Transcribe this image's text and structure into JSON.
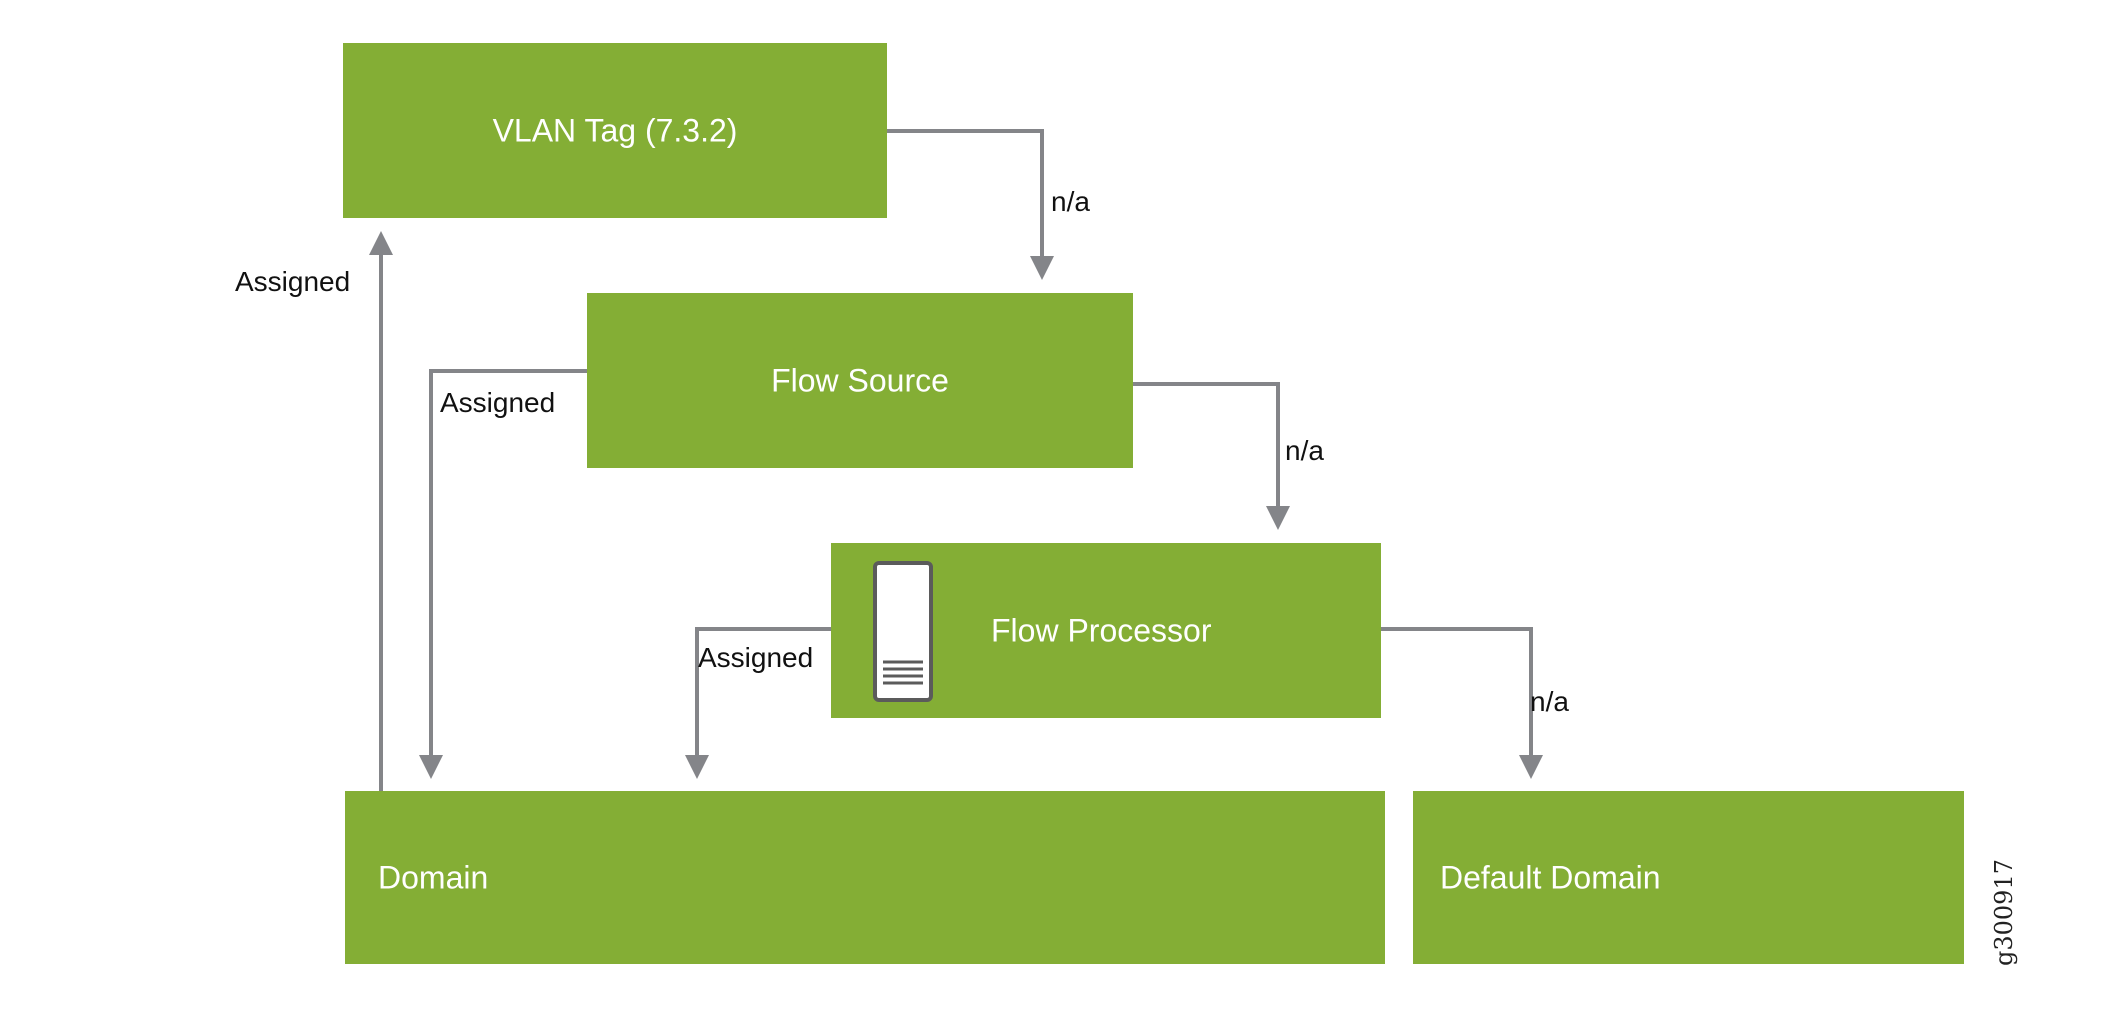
{
  "diagram": {
    "type": "flowchart",
    "nodes": {
      "vlan_tag": {
        "label": "VLAN Tag (7.3.2)"
      },
      "flow_source": {
        "label": "Flow Source"
      },
      "flow_processor": {
        "label": "Flow Processor",
        "icon": "server-icon"
      },
      "domain": {
        "label": "Domain"
      },
      "default_domain": {
        "label": "Default Domain"
      }
    },
    "edges": [
      {
        "from": "vlan_tag",
        "to": "flow_source",
        "label": "n/a"
      },
      {
        "from": "flow_source",
        "to": "flow_processor",
        "label": "n/a"
      },
      {
        "from": "flow_processor",
        "to": "default_domain",
        "label": "n/a"
      },
      {
        "from": "domain",
        "to": "vlan_tag",
        "label": "Assigned"
      },
      {
        "from": "flow_source",
        "to": "domain",
        "label": "Assigned"
      },
      {
        "from": "flow_processor",
        "to": "domain",
        "label": "Assigned"
      }
    ],
    "figure_id": "g300917"
  },
  "colors": {
    "box_fill": "#84ae35",
    "connector": "#848589",
    "icon_outline": "#5b5b5b"
  }
}
